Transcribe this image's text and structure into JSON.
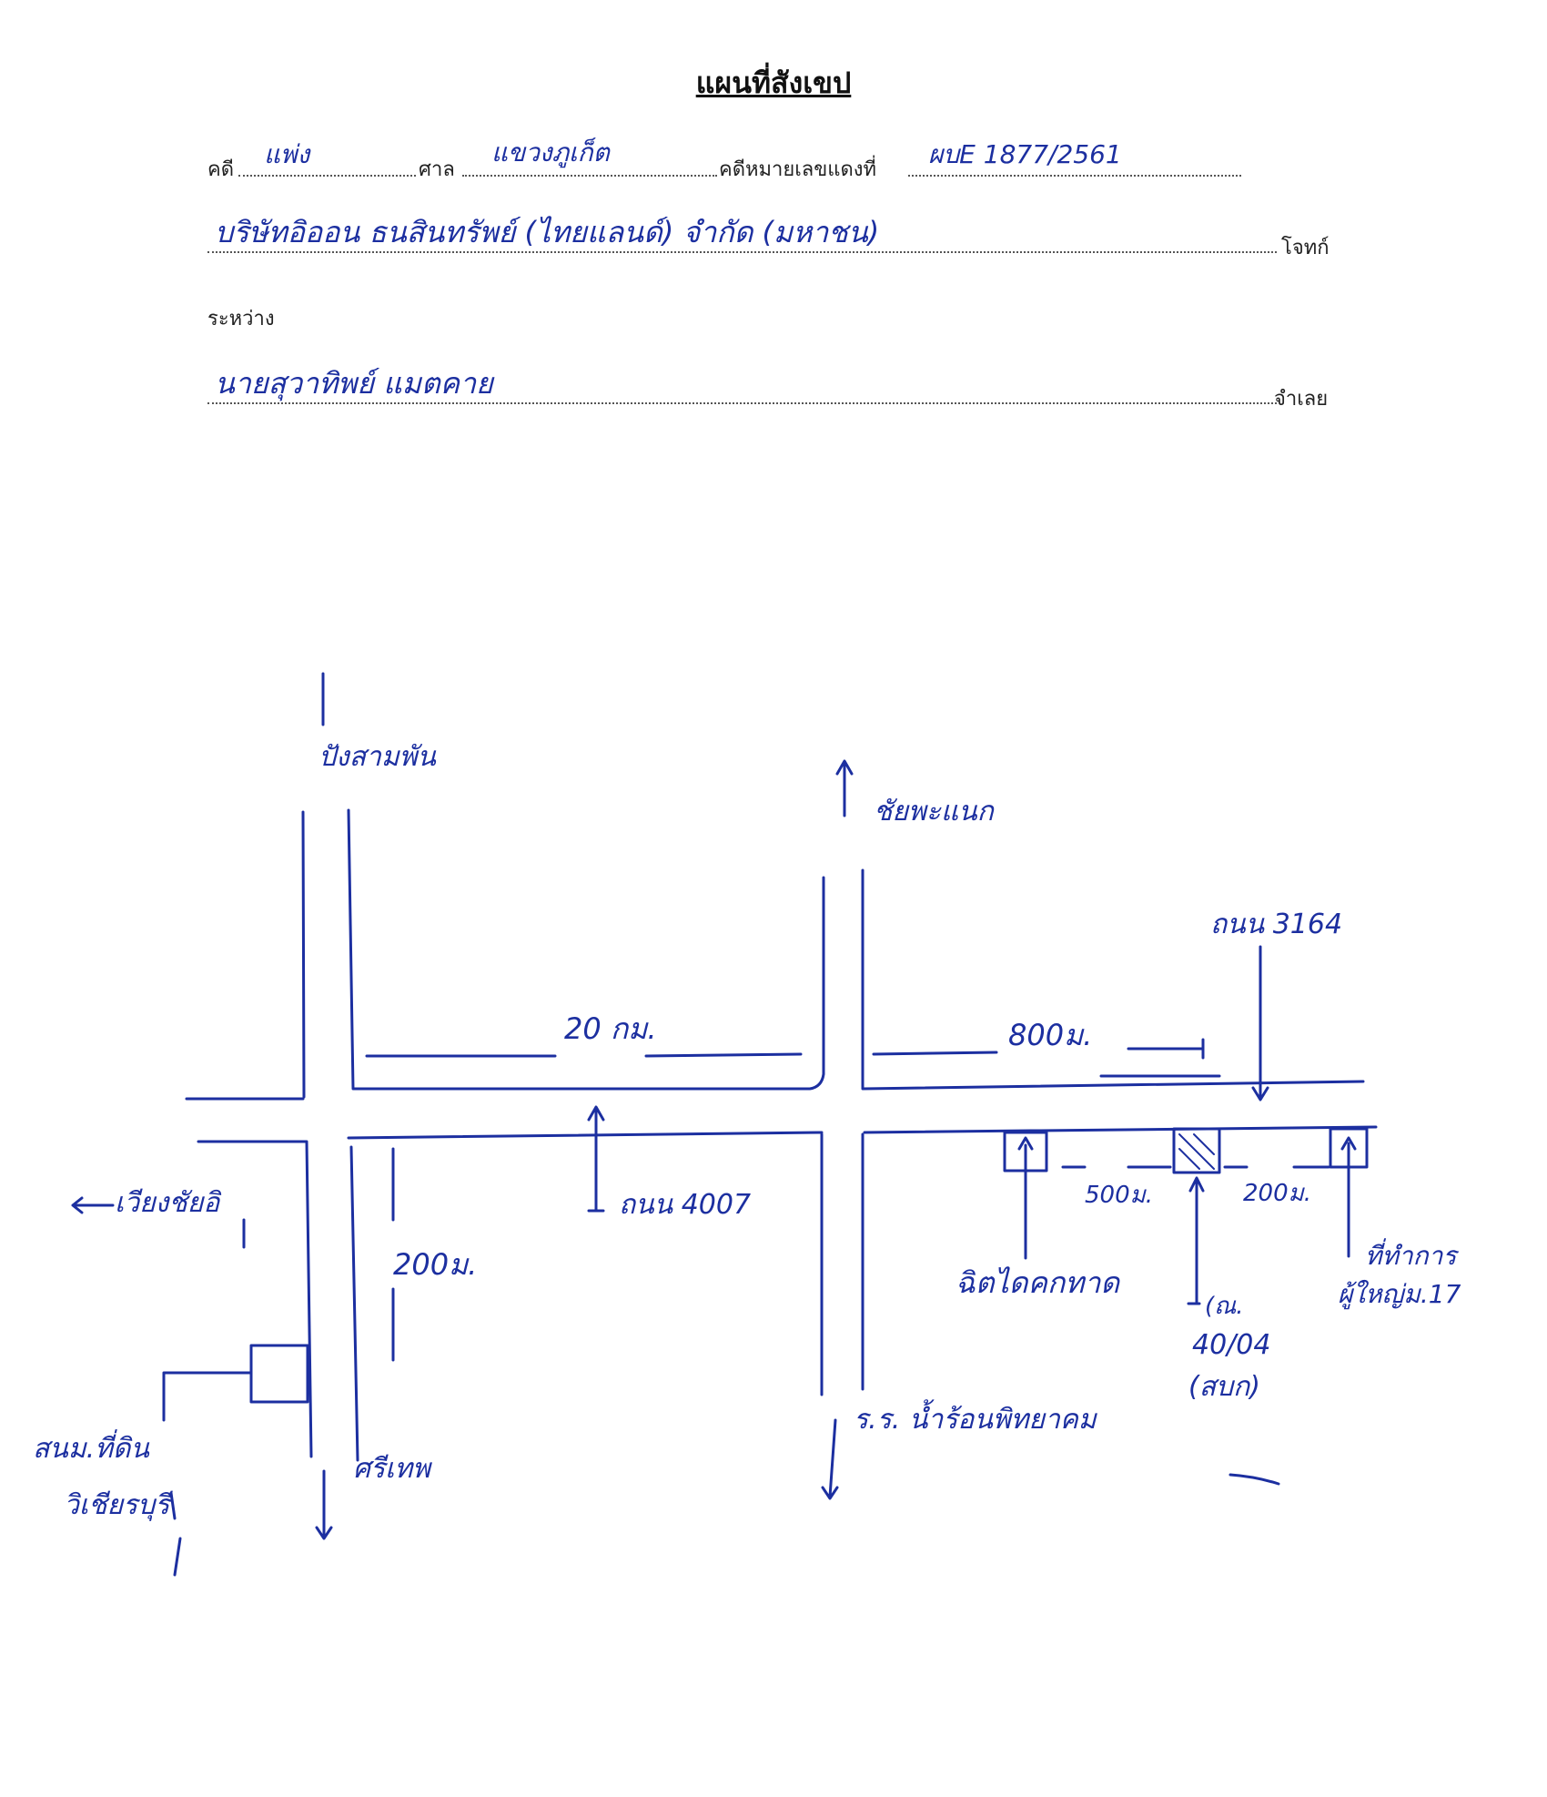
{
  "title": "แผนที่สังเขป",
  "header": {
    "case_label": "คดี",
    "case_value": "แพ่ง",
    "court_label": "ศาล",
    "court_value": "แขวงภูเก็ต",
    "red_no_label": "คดีหมายเลขแดงที่",
    "red_no_value": "ผบE 1877/2561",
    "plaintiff_value": "บริษัทอิออน ธนสินทรัพย์ (ไทยแลนด์) จำกัด (มหาชน)",
    "plaintiff_label": "โจทก์",
    "between_label": "ระหว่าง",
    "defendant_value": "นายสุวาทิพย์ แมตคาย",
    "defendant_label": "จำเลย"
  },
  "map_labels": {
    "top_left_road": "ปังสามพัน",
    "top_mid_road": "ชัยพะแนก",
    "road_3164": "ถนน 3164",
    "dist_20km": "20 กม.",
    "dist_800m": "800ม.",
    "road_4007": "ถนน 4007",
    "left_direction": "เวียงชัยอิ",
    "dist_200m_left": "200ม.",
    "dist_500m": "500ม.",
    "dist_200m_right": "200ม.",
    "landmark_church": "ฉิตไดคกทาด",
    "landmark_house_no": "(ณ.",
    "house_number": "40/04",
    "landmark_target": "(สบก)",
    "landmark_office_1": "ที่ทำการ",
    "landmark_office_2": "ผู้ใหญ่ม.17",
    "school": "ร.ร. น้ำร้อนพิทยาคม",
    "bottom_left_road": "ศรีเทพ",
    "left_landmark_1": "สนม.ที่ดิน",
    "left_landmark_2": "วิเชียรบุรี"
  },
  "ink_color": "#1c2fa0"
}
